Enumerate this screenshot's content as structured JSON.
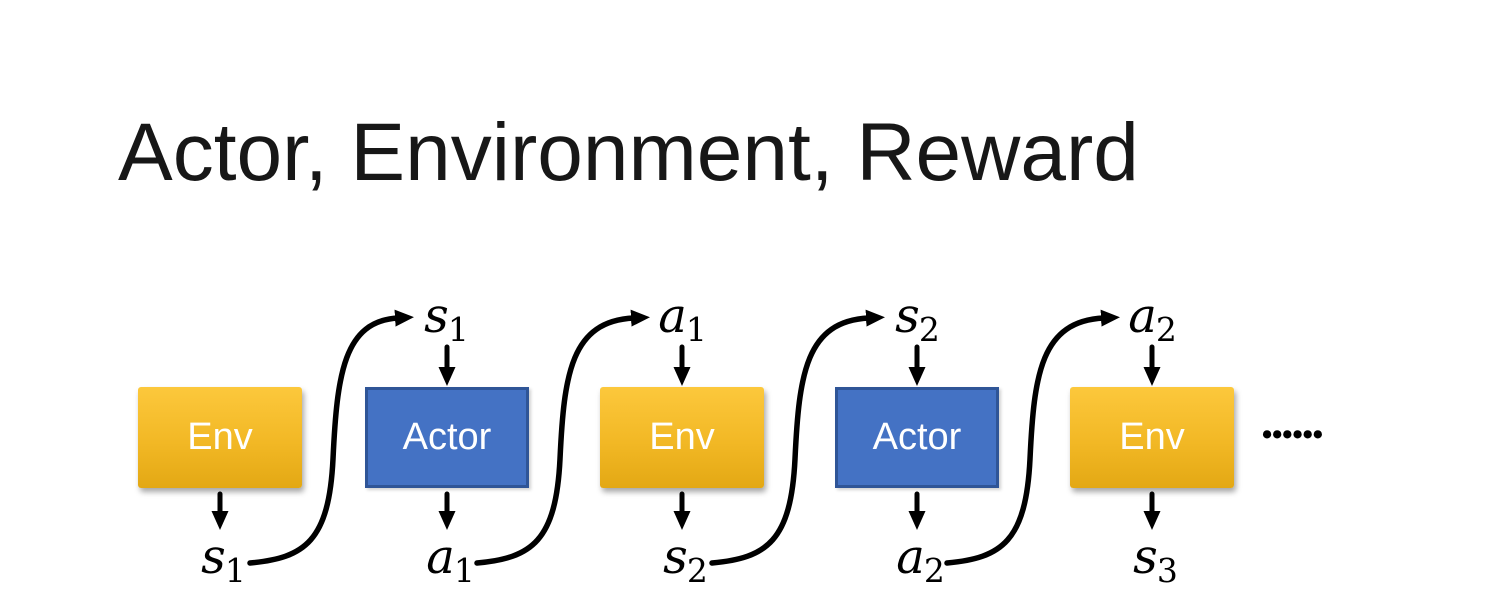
{
  "slide": {
    "title": "Actor, Environment, Reward",
    "colors": {
      "background": "#FFFFFF",
      "title_text": "#171717",
      "env_gradient_top": "#FCC83C",
      "env_gradient_bottom": "#E3A814",
      "actor_fill": "#4472C4",
      "actor_border": "#2F5597",
      "box_text": "#FFFFFF",
      "arrow": "#000000",
      "math_label_text": "#000000"
    }
  },
  "diagram": {
    "boxes": [
      {
        "label": "Env",
        "type": "env"
      },
      {
        "label": "Actor",
        "type": "actor"
      },
      {
        "label": "Env",
        "type": "env"
      },
      {
        "label": "Actor",
        "type": "actor"
      },
      {
        "label": "Env",
        "type": "env"
      }
    ],
    "top_labels": [
      {
        "letter": "s",
        "sub": "1"
      },
      {
        "letter": "a",
        "sub": "1"
      },
      {
        "letter": "s",
        "sub": "2"
      },
      {
        "letter": "a",
        "sub": "2"
      }
    ],
    "bottom_labels": [
      {
        "letter": "s",
        "sub": "1"
      },
      {
        "letter": "a",
        "sub": "1"
      },
      {
        "letter": "s",
        "sub": "2"
      },
      {
        "letter": "a",
        "sub": "2"
      },
      {
        "letter": "s",
        "sub": "3"
      }
    ],
    "ellipsis": "••••••"
  }
}
